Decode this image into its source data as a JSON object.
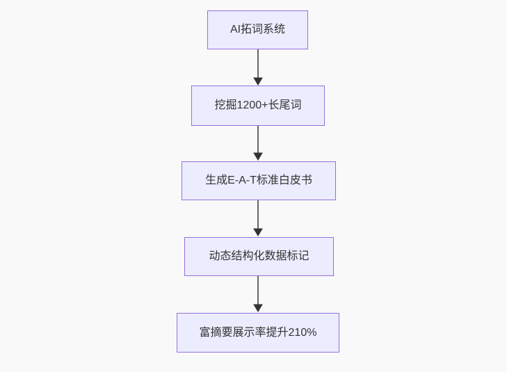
{
  "diagram": {
    "type": "flowchart",
    "direction": "top-down",
    "nodes": [
      {
        "id": "n1",
        "label": "AI拓词系统"
      },
      {
        "id": "n2",
        "label": "挖掘1200+长尾词"
      },
      {
        "id": "n3",
        "label": "生成E-A-T标准白皮书"
      },
      {
        "id": "n4",
        "label": "动态结构化数据标记"
      },
      {
        "id": "n5",
        "label": "富摘要展示率提升210%"
      }
    ],
    "edges": [
      {
        "from": "n1",
        "to": "n2",
        "arrow": "down"
      },
      {
        "from": "n2",
        "to": "n3",
        "arrow": "down"
      },
      {
        "from": "n3",
        "to": "n4",
        "arrow": "down"
      },
      {
        "from": "n4",
        "to": "n5",
        "arrow": "down"
      }
    ],
    "colors": {
      "node_fill": "#ECECFF",
      "node_border": "#9370DB",
      "edge_line": "#666666",
      "arrowhead": "#333333",
      "node_text": "#333333",
      "background": "#f9f9f9"
    }
  }
}
